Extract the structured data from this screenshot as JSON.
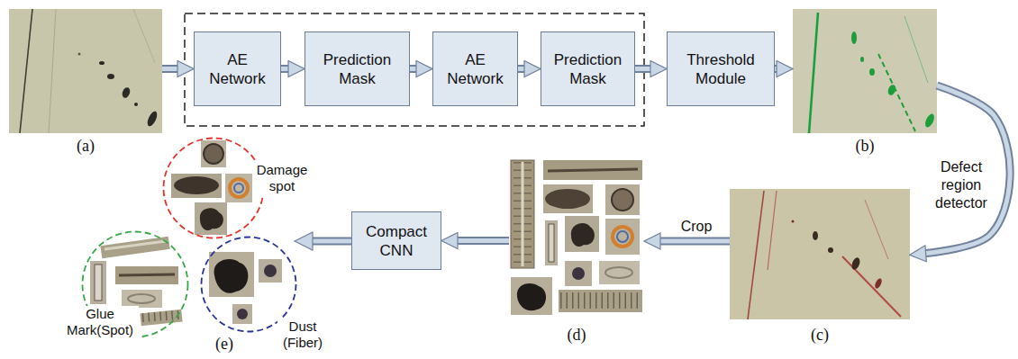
{
  "diagram": {
    "nodes": [
      {
        "text": [
          "(a)"
        ]
      },
      {
        "text": [
          "AE Network"
        ]
      },
      {
        "text": [
          "Prediction Mask"
        ]
      },
      {
        "text": [
          "AE Network"
        ]
      },
      {
        "text": [
          "Prediction Mask"
        ]
      },
      {
        "text": [
          "Threshold Module"
        ]
      },
      {
        "text": [
          "(b)"
        ]
      },
      {
        "text": [
          "(c)"
        ]
      },
      {
        "text": [
          "(d)"
        ]
      },
      {
        "text": [
          "Compact CNN"
        ]
      },
      {
        "text": [
          "Damage spot"
        ]
      },
      {
        "text": [
          "Glue Mark(Spot)"
        ]
      },
      {
        "text": [
          "Dust (Fiber)"
        ]
      }
    ],
    "edges": [
      {
        "from": 0,
        "to": 1,
        "arrow": "to"
      },
      {
        "from": 1,
        "to": 2,
        "arrow": "to"
      },
      {
        "from": 2,
        "to": 3,
        "arrow": "to"
      },
      {
        "from": 3,
        "to": 4,
        "arrow": "to"
      },
      {
        "from": 4,
        "to": 5,
        "arrow": "to"
      },
      {
        "from": 5,
        "to": 6,
        "arrow": "to"
      },
      {
        "from": 6,
        "to": 7,
        "label": "Defect region detector",
        "arrow": "to"
      },
      {
        "from": 7,
        "to": 8,
        "label": "Crop",
        "arrow": "to"
      },
      {
        "from": 8,
        "to": 9,
        "arrow": "to"
      }
    ],
    "labels": [
      "(e)"
    ]
  }
}
